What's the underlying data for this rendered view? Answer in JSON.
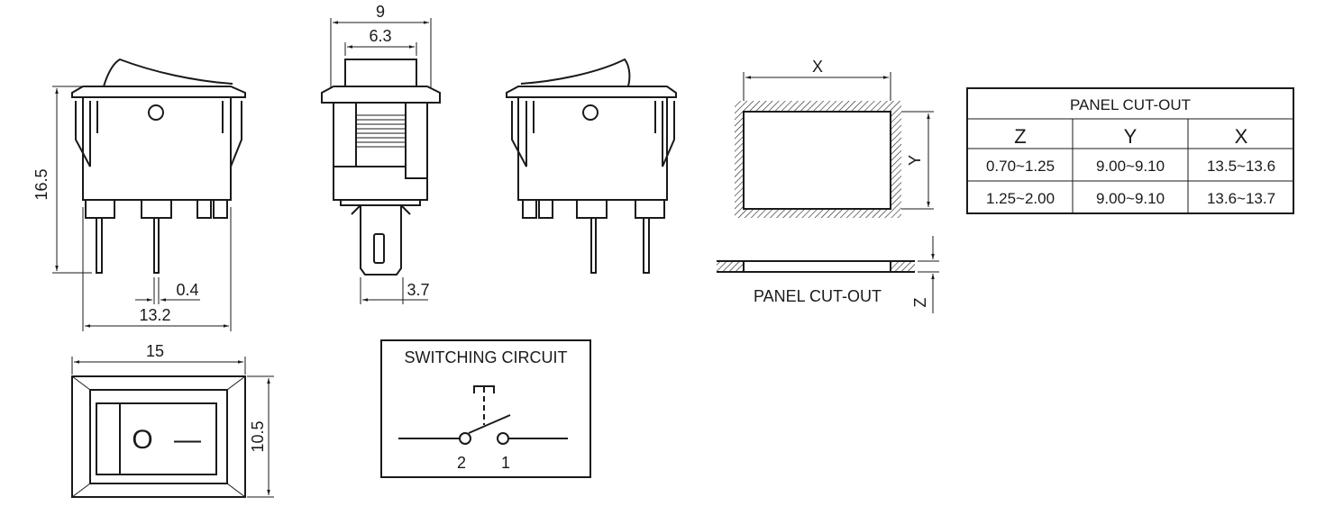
{
  "front_view": {
    "height_dim": "16.5",
    "width_dim": "13.2",
    "pin_dim": "0.4"
  },
  "side_view": {
    "outer_width_dim": "9",
    "cap_width_dim": "6.3",
    "tab_width_dim": "3.7"
  },
  "top_view": {
    "width_dim": "15",
    "height_dim": "10.5",
    "symbol_on": "O",
    "symbol_off": "—"
  },
  "switching_circuit": {
    "title": "SWITCHING CIRCUIT",
    "terminal_left": "2",
    "terminal_right": "1"
  },
  "panel_drawing": {
    "x_label": "X",
    "y_label": "Y",
    "z_label": "Z",
    "caption": "PANEL CUT-OUT"
  },
  "panel_table": {
    "title": "PANEL CUT-OUT",
    "headers": [
      "Z",
      "Y",
      "X"
    ],
    "rows": [
      [
        "0.70~1.25",
        "9.00~9.10",
        "13.5~13.6"
      ],
      [
        "1.25~2.00",
        "9.00~9.10",
        "13.6~13.7"
      ]
    ]
  }
}
